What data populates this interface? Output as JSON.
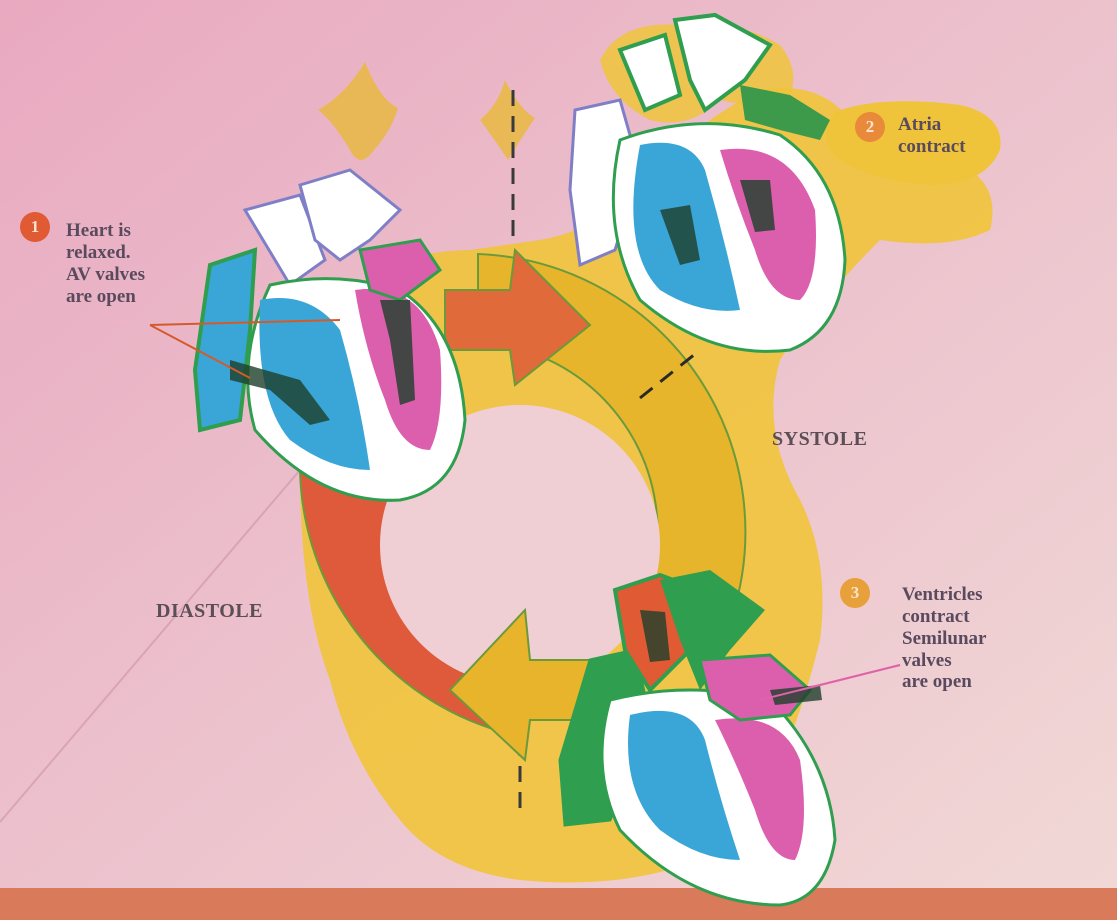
{
  "colors": {
    "background": "#e8b9c6",
    "systole_band": "#e6b52c",
    "diastole_band": "#de5a3a",
    "yellow_blob": "#efc43a",
    "right_heart": "#3aa6d8",
    "left_heart": "#dc5fae",
    "vessel_green": "#2f9e4f",
    "badge": "#e05a33"
  },
  "phases": {
    "systole": "SYSTOLE",
    "diastole": "DIASTOLE"
  },
  "steps": [
    {
      "number": "1",
      "lines": [
        "Heart is",
        "relaxed.",
        "AV valves",
        "are open"
      ]
    },
    {
      "number": "2",
      "lines": [
        "Atria",
        "contract"
      ]
    },
    {
      "number": "3",
      "lines": [
        "Ventricles",
        "contract",
        "Semilunar",
        "valves",
        "are open"
      ]
    }
  ]
}
